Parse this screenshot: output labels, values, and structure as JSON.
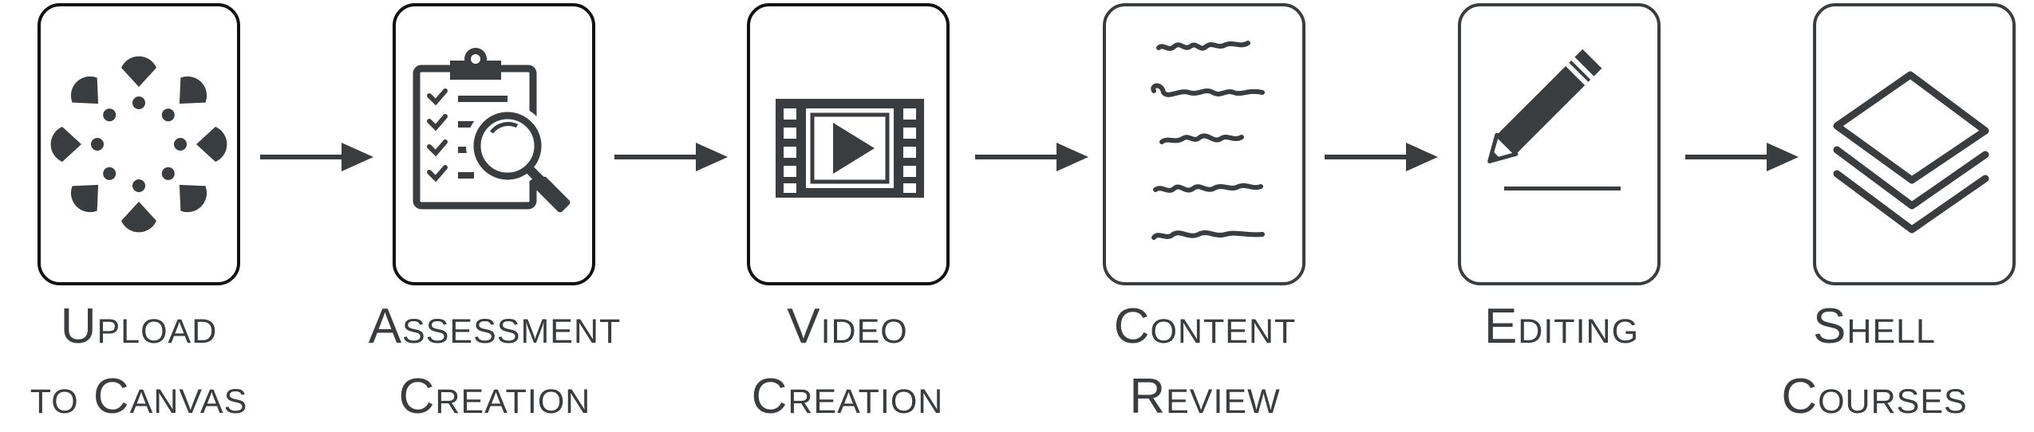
{
  "colors": {
    "icon": "#3a3d3f",
    "border": "#111111",
    "text": "#3a3d3f"
  },
  "steps": [
    {
      "icon": "canvas-logo-icon",
      "line1": "Upload",
      "line2": "to Canvas"
    },
    {
      "icon": "clipboard-magnifier-icon",
      "line1": "Assessment",
      "line2": "Creation"
    },
    {
      "icon": "video-film-icon",
      "line1": "Video",
      "line2": "Creation"
    },
    {
      "icon": "handwritten-page-icon",
      "line1": "Content",
      "line2": "Review"
    },
    {
      "icon": "pencil-icon",
      "line1": "Editing",
      "line2": ""
    },
    {
      "icon": "stacked-layers-icon",
      "line1": "Shell",
      "line2": "Courses"
    }
  ]
}
